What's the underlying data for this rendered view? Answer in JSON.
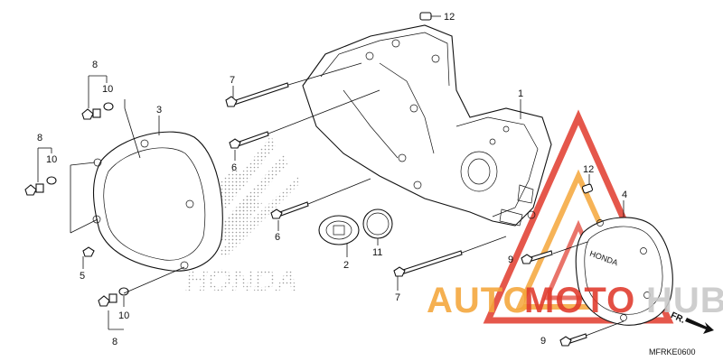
{
  "diagram": {
    "callouts": [
      {
        "id": "c12a",
        "text": "12"
      },
      {
        "id": "c1",
        "text": "1"
      },
      {
        "id": "c7a",
        "text": "7"
      },
      {
        "id": "c6a",
        "text": "6"
      },
      {
        "id": "c3",
        "text": "3"
      },
      {
        "id": "c8a",
        "text": "8"
      },
      {
        "id": "c10a",
        "text": "10"
      },
      {
        "id": "c8b",
        "text": "8"
      },
      {
        "id": "c10b",
        "text": "10"
      },
      {
        "id": "c5",
        "text": "5"
      },
      {
        "id": "c6b",
        "text": "6"
      },
      {
        "id": "c2",
        "text": "2"
      },
      {
        "id": "c11",
        "text": "11"
      },
      {
        "id": "c12b",
        "text": "12"
      },
      {
        "id": "c4",
        "text": "4"
      },
      {
        "id": "c9a",
        "text": "9"
      },
      {
        "id": "c7b",
        "text": "7"
      },
      {
        "id": "c10c",
        "text": "10"
      },
      {
        "id": "c8c",
        "text": "8"
      },
      {
        "id": "c9b",
        "text": "9"
      }
    ],
    "cover_mark_text": "HONDA",
    "front_marker": "FR.",
    "drawing_code": "MFRKE0600"
  },
  "watermark": {
    "text_a": "AUTO",
    "text_b": "MOTO",
    "text_c": "HUB",
    "colors": {
      "orange": "#f4a63a",
      "red": "#e0392b",
      "dark": "#c8c8c8"
    }
  },
  "background_logo": {
    "text": "HONDA"
  }
}
